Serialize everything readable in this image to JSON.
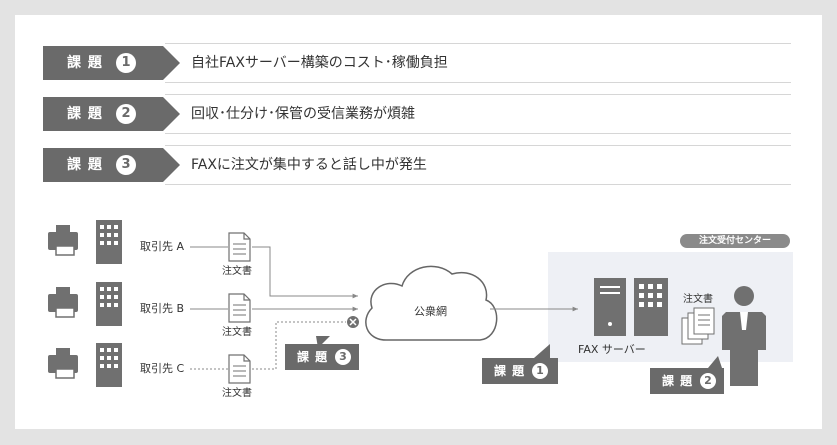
{
  "issues": [
    {
      "tag": "課 題",
      "num": "1",
      "text": "自社FAXサーバー構築のコスト･稼働負担"
    },
    {
      "tag": "課 題",
      "num": "2",
      "text": "回収･仕分け･保管の受信業務が煩雑"
    },
    {
      "tag": "課 題",
      "num": "3",
      "text": "FAXに注文が集中すると話し中が発生"
    }
  ],
  "clients": [
    {
      "label": "取引先 A",
      "doc": "注文書"
    },
    {
      "label": "取引先 B",
      "doc": "注文書"
    },
    {
      "label": "取引先 C",
      "doc": "注文書"
    }
  ],
  "cloud_label": "公衆網",
  "fax_server_label": "FAX サーバー",
  "order_doc_label": "注文書",
  "center_label": "注文受付センター",
  "badges": [
    {
      "tag": "課 題",
      "num": "3"
    },
    {
      "tag": "課 題",
      "num": "1"
    },
    {
      "tag": "課 題",
      "num": "2"
    }
  ],
  "colors": {
    "badge_gray": "#6a6a6a",
    "icon_gray": "#707070",
    "line_gray": "#888888",
    "center_bg": "#eef0f5"
  }
}
